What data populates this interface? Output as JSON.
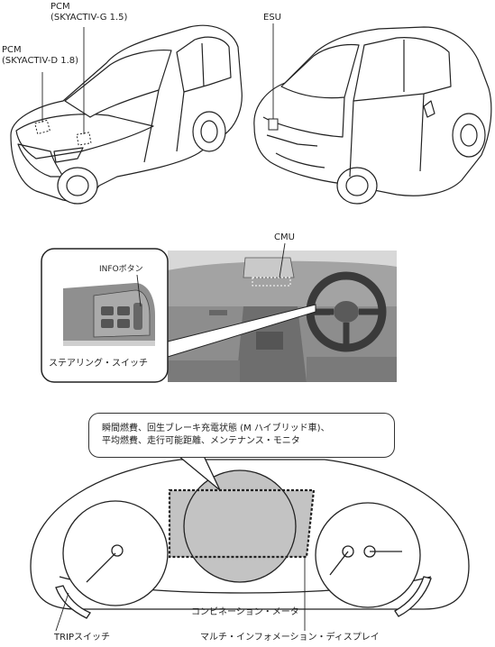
{
  "labels": {
    "pcm_g": [
      "PCM",
      "(SKYACTIV-G 1.5)"
    ],
    "pcm_d": [
      "PCM",
      "(SKYACTIV-D 1.8)"
    ],
    "esu": "ESU",
    "cmu": "CMU",
    "info_button": "INFOボタン",
    "steering_switch": "ステアリング・スイッチ",
    "callout": [
      "瞬間燃費、回生ブレーキ充電状態 (M ハイブリッド車)、",
      "平均燃費、走行可能距離、メンテナンス・モニタ"
    ],
    "combination_meter": "コンビネーション・メータ",
    "trip_switch": "TRIPスイッチ",
    "multi_info_display": "マルチ・インフォメーション・ディスプレイ"
  }
}
